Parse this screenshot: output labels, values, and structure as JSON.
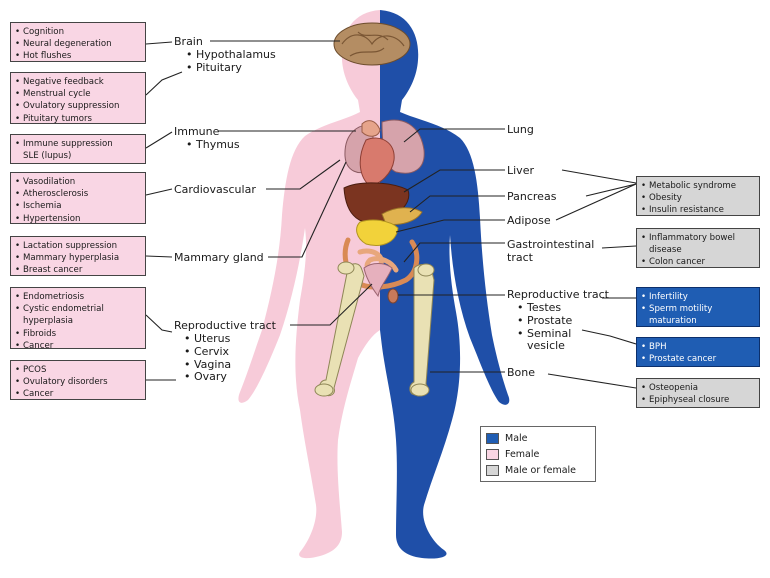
{
  "colors": {
    "female_box": "#f9d6e4",
    "neutral_box": "#d6d6d6",
    "male_box": "#1f5db3",
    "female_body": "#f7cbd9",
    "male_body": "#1f4fa8"
  },
  "female_boxes": {
    "brain": [
      "Cognition",
      "Neural degeneration",
      "Hot flushes"
    ],
    "pituitary": [
      "Negative feedback",
      "Menstrual cycle",
      "Ovulatory suppression",
      "Pituitary tumors"
    ],
    "immune": [
      "Immune suppression SLE (lupus)"
    ],
    "cardio": [
      "Vasodilation",
      "Atherosclerosis",
      "Ischemia",
      "Hypertension"
    ],
    "mammary": [
      "Lactation suppression",
      "Mammary hyperplasia",
      "Breast cancer"
    ],
    "uterus": [
      "Endometriosis",
      "Cystic endometrial hyperplasia",
      "Fibroids",
      "Cancer"
    ],
    "ovary": [
      "PCOS",
      "Ovulatory disorders",
      "Cancer"
    ]
  },
  "neutral_boxes": {
    "metabolic": [
      "Metabolic syndrome",
      "Obesity",
      "Insulin resistance"
    ],
    "gi": [
      "Inflammatory bowel disease",
      "Colon cancer"
    ],
    "bone": [
      "Osteopenia",
      "Epiphyseal closure"
    ]
  },
  "male_boxes": {
    "testes": [
      "Infertility",
      "Sperm motility maturation"
    ],
    "prostate": [
      "BPH",
      "Prostate cancer"
    ]
  },
  "labels": {
    "brain": "Brain",
    "brain_subs": [
      "Hypothalamus",
      "Pituitary"
    ],
    "immune": "Immune",
    "immune_subs": [
      "Thymus"
    ],
    "cardiovascular": "Cardiovascular",
    "mammary": "Mammary gland",
    "repro_female": "Reproductive tract",
    "repro_female_subs": [
      "Uterus",
      "Cervix",
      "Vagina",
      "Ovary"
    ],
    "lung": "Lung",
    "liver": "Liver",
    "pancreas": "Pancreas",
    "adipose": "Adipose",
    "gi": "Gastrointestinal tract",
    "repro_male": "Reproductive tract",
    "repro_male_subs": [
      "Testes",
      "Prostate",
      "Seminal vesicle"
    ],
    "bone": "Bone"
  },
  "legend": {
    "male": "Male",
    "female": "Female",
    "either": "Male or female"
  }
}
